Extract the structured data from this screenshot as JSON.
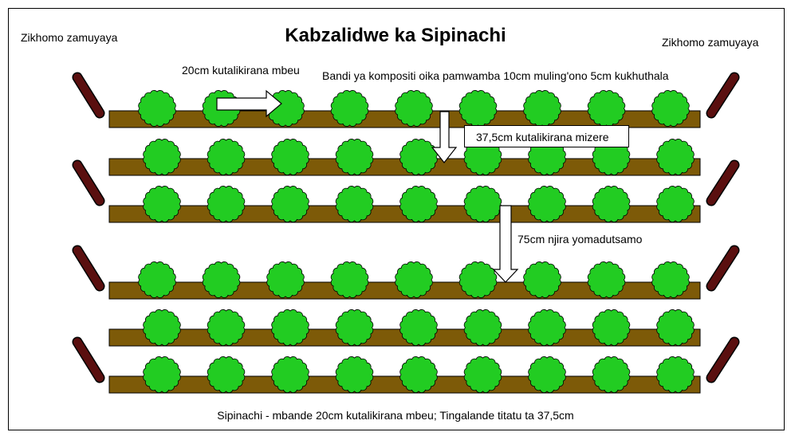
{
  "diagram": {
    "title": "Kabzalidwe ka Sipinachi",
    "corner_label_left": "Zikhomo zamuyaya",
    "corner_label_right": "Zikhomo zamuyaya",
    "seed_spacing_label": "20cm kutalikirana  mbeu",
    "compost_band_label": "Bandi ya kompositi oika pamwamba  10cm muling'ono  5cm kukhuthala",
    "row_spacing_label": "37,5cm kutalikirana  mizere",
    "path_label": "75cm njira yomadutsamo",
    "footer_caption": "Sipinachi - mbande 20cm kutalikirana  mbeu; Tingalande titatu ta 37,5cm",
    "beds": [
      {
        "rows": 3,
        "plants_per_row": 9
      },
      {
        "rows": 3,
        "plants_per_row": 9
      }
    ],
    "colors": {
      "soil": "#7d5a08",
      "plant": "#22cc22",
      "stake": "#5a0f0f",
      "outline": "#000000"
    },
    "icons": {
      "plant": "spinach-plant-icon",
      "stake": "permanent-stake-icon",
      "arrow": "arrow-icon"
    }
  }
}
